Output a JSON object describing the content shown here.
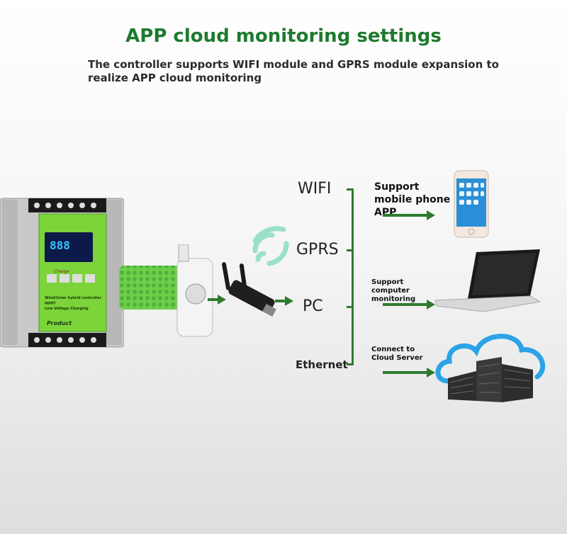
{
  "header": {
    "title": "APP cloud monitoring settings",
    "subtitle": "The controller supports WIFI module and GPRS module expansion to realize APP cloud monitoring"
  },
  "controller": {
    "charge_label": "Charge",
    "panel_text_1": "Wind/Solar hybrid controller",
    "panel_text_2": "MPPT",
    "panel_text_3": "Low Voltage Charging",
    "brand": "Product",
    "body_color": "#7cd43a"
  },
  "protocols": [
    {
      "label": "WIFI"
    },
    {
      "label": "GPRS"
    },
    {
      "label": "PC"
    },
    {
      "label": "Ethernet"
    }
  ],
  "destinations": [
    {
      "label": "Support mobile phone APP",
      "device": "smartphone-icon"
    },
    {
      "label": "Support computer monitoring",
      "device": "laptop-icon"
    },
    {
      "label": "Connect to Cloud Server",
      "device": "cloud-server-icon"
    }
  ],
  "colors": {
    "title_green": "#1e7a2e",
    "arrow_green": "#2f7a2f",
    "wifi_signal": "#9be0c8",
    "cloud_blue": "#2ba3e6"
  }
}
